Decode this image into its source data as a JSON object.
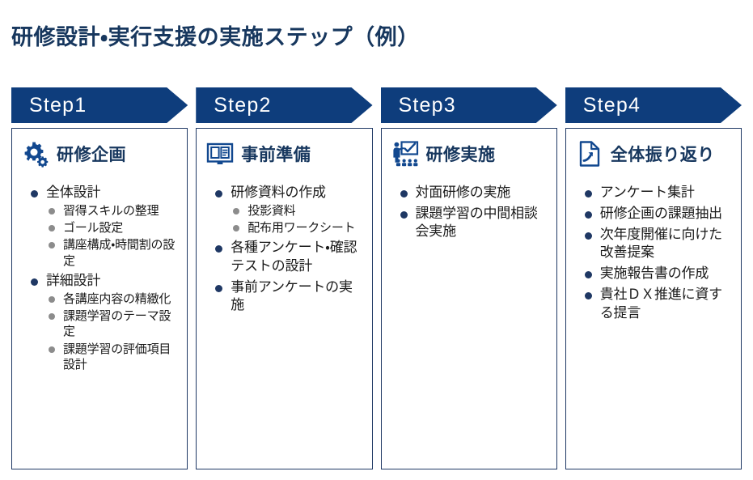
{
  "page": {
    "title": "研修設計・実行支援の実施ステップ（例）",
    "accent_navy": "#0E3D7C",
    "heading_navy": "#17375E",
    "border_navy": "#1F3864",
    "bullet_l1_color": "#1F3864",
    "bullet_l2_color": "#8C8C8C",
    "background": "#FFFFFF"
  },
  "steps": [
    {
      "banner_label": "Step1",
      "icon": "gears-icon",
      "heading": "研修企画",
      "items": [
        {
          "text": "全体設計",
          "sub": [
            "習得スキルの整理",
            "ゴール設定",
            "講座構成・時間割の設定"
          ]
        },
        {
          "text": "詳細設計",
          "sub": [
            "各講座内容の精緻化",
            "課題学習のテーマ設定",
            "課題学習の評価項目設計"
          ]
        }
      ]
    },
    {
      "banner_label": "Step2",
      "icon": "open-book-icon",
      "heading": "事前準備",
      "items": [
        {
          "text": "研修資料の作成",
          "sub": [
            "投影資料",
            "配布用ワークシート"
          ]
        },
        {
          "text": "各種アンケート・確認テストの設計",
          "sub": []
        },
        {
          "text": "事前アンケートの実施",
          "sub": []
        }
      ]
    },
    {
      "banner_label": "Step3",
      "icon": "presenter-whiteboard-icon",
      "heading": "研修実施",
      "items": [
        {
          "text": "対面研修の実施",
          "sub": []
        },
        {
          "text": "課題学習の中間相談会実施",
          "sub": []
        }
      ]
    },
    {
      "banner_label": "Step4",
      "icon": "document-arrow-icon",
      "heading": "全体振り返り",
      "items": [
        {
          "text": "アンケート集計",
          "sub": []
        },
        {
          "text": "研修企画の課題抽出",
          "sub": []
        },
        {
          "text": "次年度開催に向けた改善提案",
          "sub": []
        },
        {
          "text": "実施報告書の作成",
          "sub": []
        },
        {
          "text": "貴社ＤＸ推進に資する提言",
          "sub": []
        }
      ]
    }
  ]
}
